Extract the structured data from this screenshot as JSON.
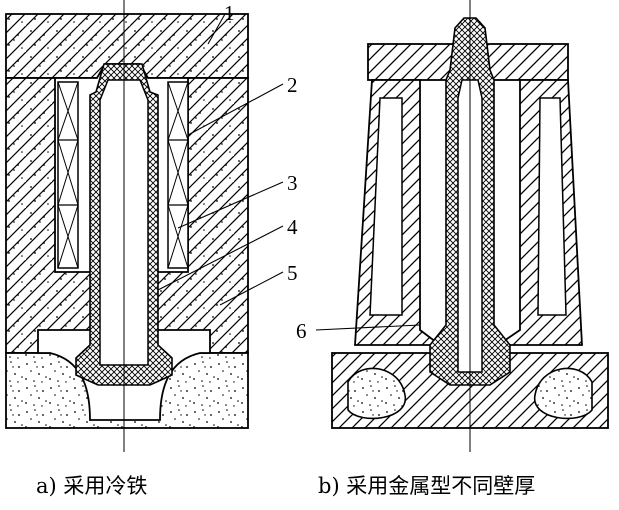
{
  "figure": {
    "left_callouts": [
      "1",
      "2",
      "3",
      "4",
      "5"
    ],
    "right_callouts": [
      "6"
    ]
  },
  "captions": {
    "a": "a) 采用冷铁",
    "b": "b) 采用金属型不同壁厚"
  }
}
